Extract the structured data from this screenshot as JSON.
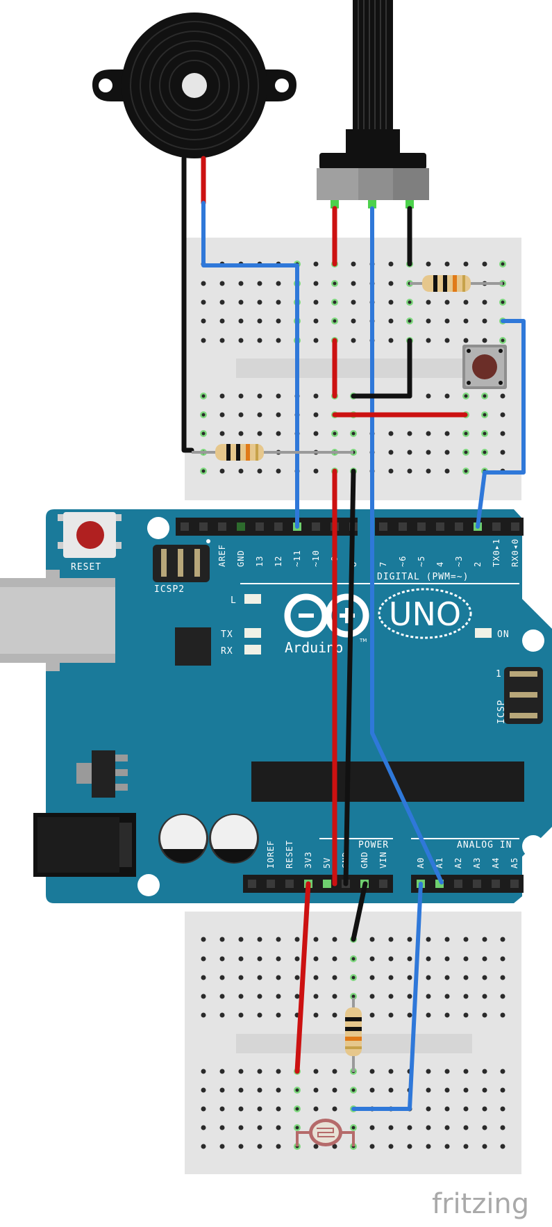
{
  "board": {
    "logo_text": "UNO",
    "brand_text": "Arduino",
    "brand_tm": "TM",
    "reset_label": "RESET",
    "icsp2_label": "ICSP2",
    "icsp_label": "ICSP",
    "icsp_pin1": "1",
    "digital_label": "DIGITAL (PWM=~)",
    "power_label": "POWER",
    "analog_label": "ANALOG IN",
    "led_l": "L",
    "led_tx": "TX",
    "led_rx": "RX",
    "led_on": "ON",
    "digital_pins": [
      "AREF",
      "GND",
      "13",
      "12",
      "~11",
      "~10",
      "~9",
      "8",
      "7",
      "~6",
      "~5",
      "4",
      "~3",
      "2",
      "TX0▸1",
      "RX0◂0"
    ],
    "power_pins": [
      "IOREF",
      "RESET",
      "3V3",
      "5V",
      "GND",
      "GND",
      "VIN"
    ],
    "analog_pins": [
      "A0",
      "A1",
      "A2",
      "A3",
      "A4",
      "A5"
    ]
  },
  "watermark": "fritzing",
  "colors": {
    "board": "#1a7a9a",
    "breadboard": "#e5e5e5",
    "wire_red": "#cc1111",
    "wire_black": "#111111",
    "wire_blue": "#2f78d9",
    "pin_green": "#4cd14c"
  }
}
